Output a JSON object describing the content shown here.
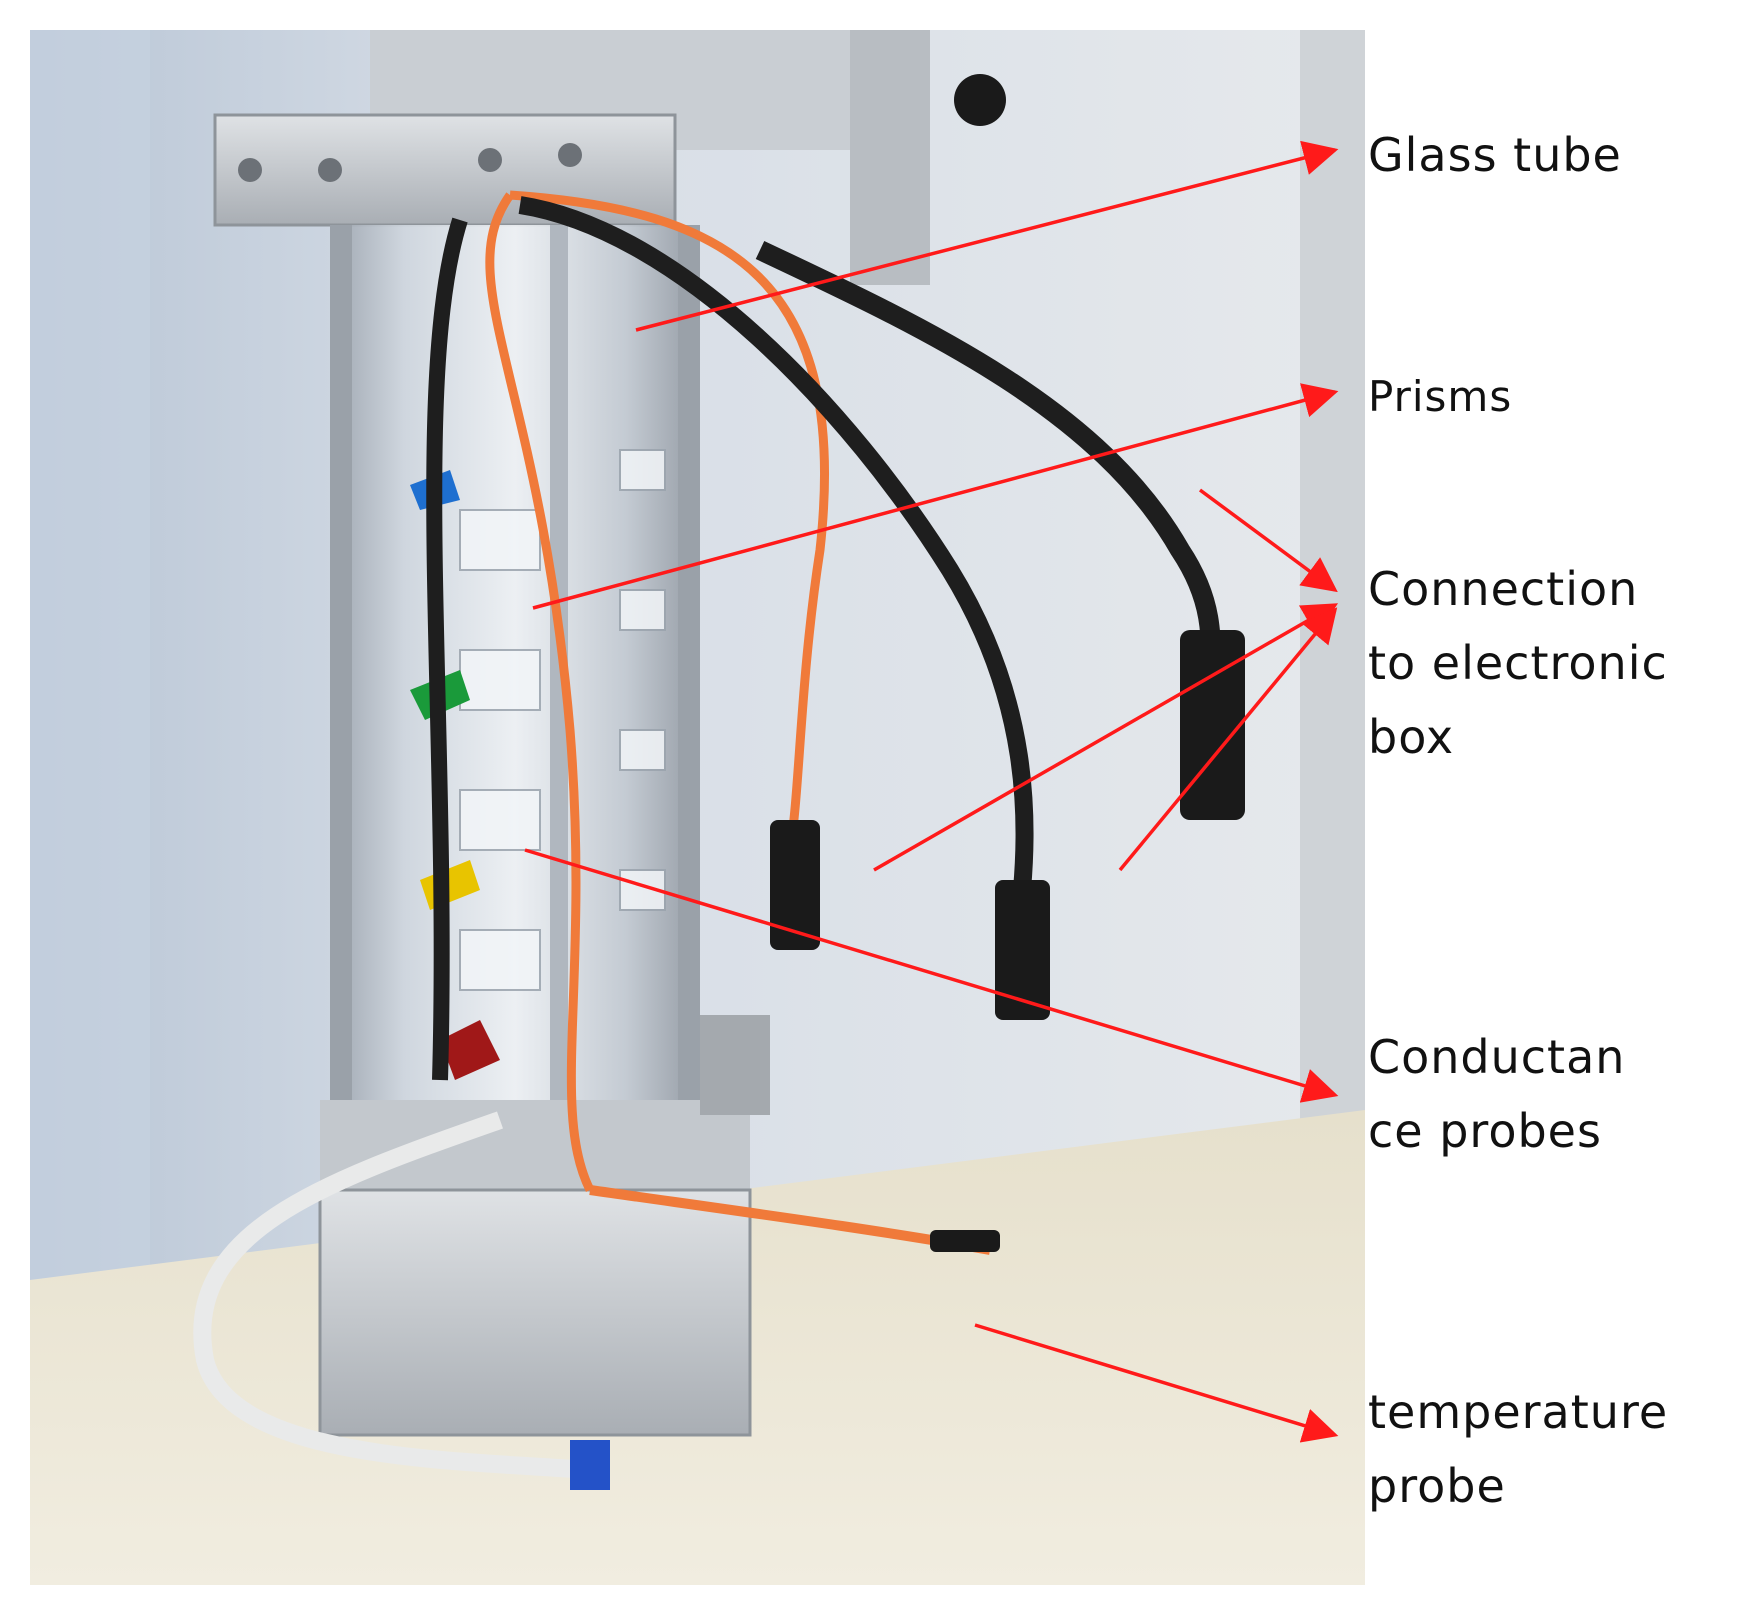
{
  "labels": {
    "glass_tube": "Glass tube",
    "prisms": "Prisms",
    "connection": "Connection\nto electronic\nbox",
    "conductance": "Conductan\nce probes",
    "temperature": "temperature\nprobe"
  },
  "colors": {
    "arrow": "#ff1a1a",
    "label_text": "#111111",
    "wall": "#d9dee4",
    "shelf": "#ece6d4",
    "cable_orange": "#f07a3a",
    "cable_black": "#1e1e1e",
    "probe_blue": "#1e6fd0",
    "probe_green": "#1a9a3a",
    "probe_yellow": "#e8c400",
    "probe_red": "#a01818"
  }
}
